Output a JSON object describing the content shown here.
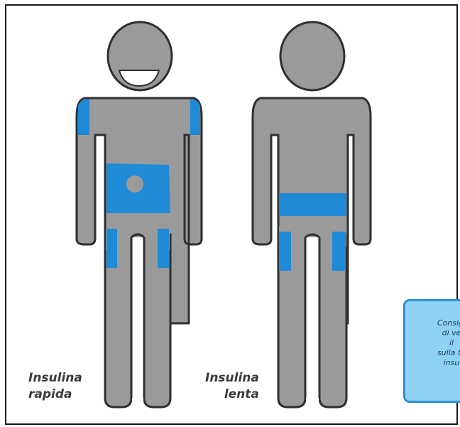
{
  "figures": {
    "rapid": {
      "caption_line1": "Insulina",
      "caption_line2": "rapida"
    },
    "slow": {
      "caption_line1": "Insulina",
      "caption_line2": "lenta"
    }
  },
  "note": {
    "lines": [
      "Consigl",
      "di ve",
      "il",
      "sulla te",
      "insu"
    ]
  },
  "colors": {
    "body_fill": "#9a9a9a",
    "outline": "#2f2f2f",
    "injection_zone": "#1f8ad6",
    "note_fill": "#8ed3f4",
    "note_border": "#2d8fd0"
  }
}
